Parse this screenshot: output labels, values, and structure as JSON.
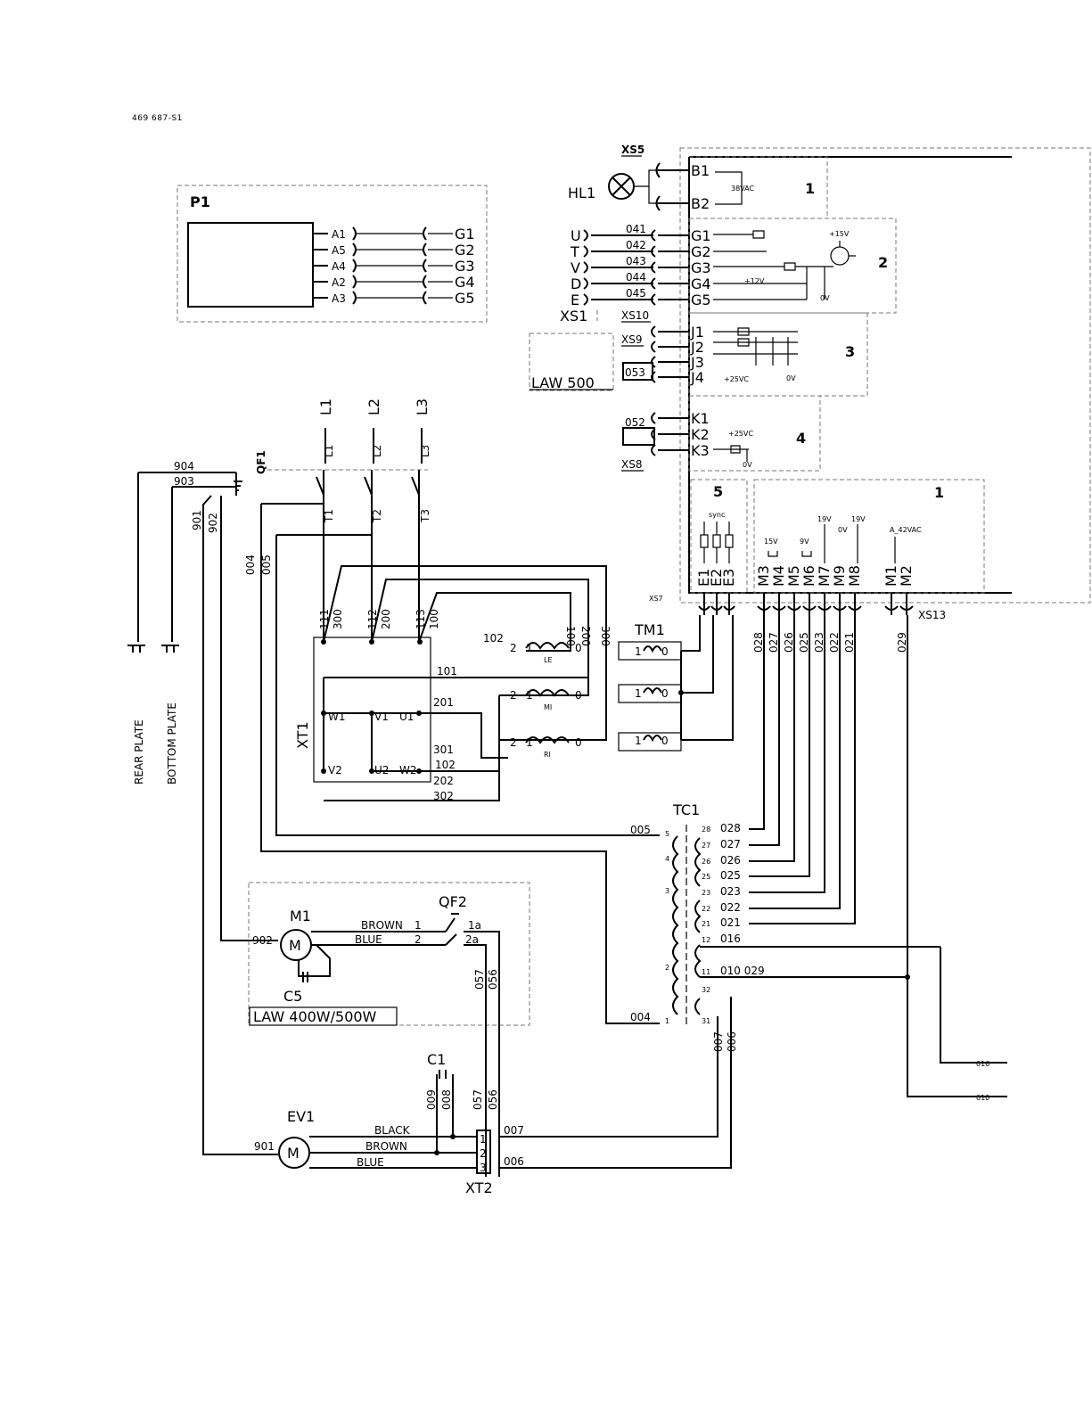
{
  "doc_ref": "469 687-S1",
  "p1": {
    "title": "P1",
    "pins": [
      "A1",
      "A5",
      "A4",
      "A2",
      "A3"
    ],
    "outs": [
      "G1",
      "G2",
      "G3",
      "G4",
      "G5"
    ]
  },
  "hl1": {
    "label": "HL1",
    "connector": "XS5",
    "pins": [
      "B1",
      "B2"
    ],
    "voltage": "38VAC",
    "block": "1"
  },
  "xs1": {
    "label": "XS1",
    "xs10": "XS10",
    "phases": [
      "U",
      "T",
      "V",
      "D",
      "E"
    ],
    "wires": [
      "041",
      "042",
      "043",
      "044",
      "045"
    ],
    "pins": [
      "G1",
      "G2",
      "G3",
      "G4",
      "G5"
    ],
    "block": "2",
    "plus15": "+15V",
    "plus12": "+12V",
    "zero": "0V"
  },
  "law500": {
    "label": "LAW 500",
    "connector": "XS9",
    "wire": "053",
    "pins": [
      "J1",
      "J2",
      "J3",
      "J4"
    ],
    "block": "3",
    "v25": "+25VC",
    "zero": "0V"
  },
  "xs8": {
    "label": "XS8",
    "wire": "052",
    "pins": [
      "K1",
      "K2",
      "K3"
    ],
    "block": "4",
    "v25": "+25VC",
    "zero": "0V"
  },
  "block5": {
    "num": "5",
    "sync": "sync",
    "pins": [
      "E1",
      "E2",
      "E3"
    ]
  },
  "block1b": {
    "num": "1",
    "pins": [
      "M3",
      "M4",
      "M5",
      "M6",
      "M7",
      "M9",
      "M8",
      "M1",
      "M2"
    ],
    "volts": [
      "15V",
      "9V",
      "19V",
      "0V",
      "19V",
      "A_42VAC"
    ],
    "xs7": "XS7",
    "xs13": "XS13"
  },
  "lines": [
    "L1",
    "L2",
    "L3"
  ],
  "qf1": {
    "label": "QF1",
    "outs": [
      "T1",
      "T2",
      "T3"
    ]
  },
  "gnd": {
    "wires": [
      "904",
      "903",
      "901",
      "902"
    ],
    "rear": "REAR PLATE",
    "bottom": "BOTTOM PLATE"
  },
  "xt1": {
    "label": "XT1",
    "top": [
      "111",
      "112",
      "113"
    ],
    "topw": [
      "300",
      "200",
      "100"
    ],
    "terms": [
      "W1",
      "V1",
      "U1",
      "V2",
      "U2",
      "W2"
    ],
    "wires": [
      "101",
      "201",
      "301",
      "102",
      "202",
      "302",
      "102",
      "100",
      "200",
      "300",
      "004",
      "005"
    ]
  },
  "coils": {
    "le": "LE",
    "mi": "MI",
    "ri": "RI",
    "n2": "2",
    "n1": "1",
    "n0": "0"
  },
  "tm1": {
    "label": "TM1",
    "n1": "1",
    "n0": "0"
  },
  "tc1": {
    "label": "TC1",
    "pri": [
      "5",
      "4",
      "3",
      "2",
      "1"
    ],
    "pri_w": [
      "005",
      "004"
    ],
    "sec": [
      "28",
      "27",
      "26",
      "25",
      "23",
      "22",
      "21",
      "12",
      "11",
      "32",
      "31"
    ],
    "sec_w": [
      "028",
      "027",
      "026",
      "025",
      "023",
      "022",
      "021",
      "016",
      "010  029"
    ],
    "vert_w": [
      "028",
      "027",
      "026",
      "025",
      "023",
      "022",
      "021",
      "029"
    ],
    "out_w": [
      "007",
      "006"
    ],
    "ends": [
      "016",
      "010"
    ]
  },
  "m1": {
    "label": "M1",
    "motor": "M",
    "wire": "902",
    "brown": "BROWN",
    "blue": "BLUE",
    "n1": "1",
    "n2": "2",
    "cap": "C5",
    "law": "LAW 400W/500W",
    "qf2": "QF2",
    "qa": "1a",
    "qb": "2a",
    "w057": "057",
    "w056": "056"
  },
  "c1": {
    "label": "C1",
    "w009": "009",
    "w008": "008",
    "w057": "057",
    "w056": "056"
  },
  "ev1": {
    "label": "EV1",
    "motor": "M",
    "wire": "901",
    "black": "BLACK",
    "brown": "BROWN",
    "blue": "BLUE",
    "xt2": "XT2",
    "t": [
      "1",
      "2",
      "3"
    ],
    "w007": "007",
    "w006": "006"
  }
}
